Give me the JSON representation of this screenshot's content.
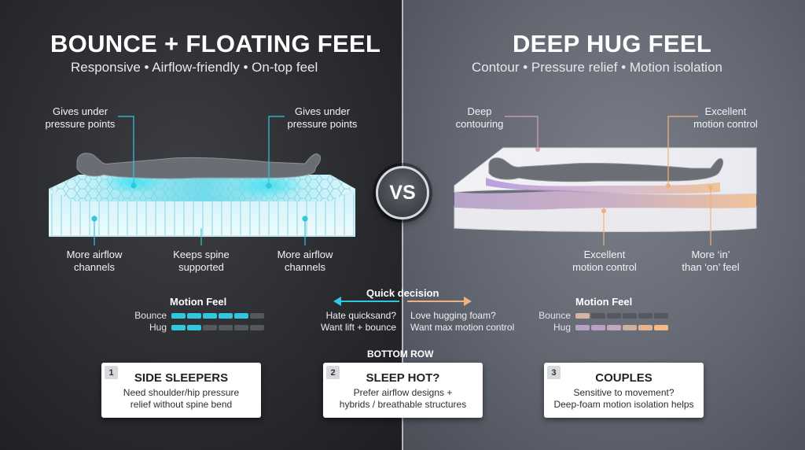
{
  "left": {
    "title": "BOUNCE + FLOATING FEEL",
    "subtitle": "Responsive • Airflow-friendly • On-top feel",
    "labels": {
      "top_left": [
        "Gives under",
        "pressure points"
      ],
      "top_right": [
        "Gives under",
        "pressure points"
      ],
      "bottom_left": [
        "More airflow",
        "channels"
      ],
      "bottom_center": [
        "Keeps spine",
        "supported"
      ],
      "bottom_right": [
        "More airflow",
        "channels"
      ]
    },
    "motion_feel": {
      "title": "Motion Feel",
      "rows": [
        {
          "label": "Bounce",
          "filled": 5,
          "total": 6
        },
        {
          "label": "Hug",
          "filled": 2,
          "total": 6
        }
      ],
      "color": "#2fc8dc"
    }
  },
  "right": {
    "title": "DEEP HUG FEEL",
    "subtitle": "Contour • Pressure relief • Motion isolation",
    "labels": {
      "top_left": [
        "Deep",
        "contouring"
      ],
      "top_right": [
        "Excellent",
        "motion control"
      ],
      "bottom_center": [
        "Excellent",
        "motion control"
      ],
      "bottom_right": [
        "More ‘in’",
        "than ‘on’ feel"
      ]
    },
    "motion_feel": {
      "title": "Motion Feel",
      "rows": [
        {
          "label": "Bounce",
          "filled": 1,
          "total": 6
        },
        {
          "label": "Hug",
          "filled": 6,
          "total": 6
        }
      ],
      "color_bounce": "#d7b3a4",
      "color_hug": [
        "#b8a2c4",
        "#b8a2c4",
        "#c4a7b8",
        "#cfad9f",
        "#e4b48d",
        "#f0bb84"
      ]
    }
  },
  "vs": "VS",
  "quick_decision": {
    "title": "Quick decision",
    "left_text": [
      "Hate quicksand?",
      "Want lift + bounce"
    ],
    "right_text": [
      "Love hugging foam?",
      "Want max motion control"
    ]
  },
  "bottom_row": {
    "title": "BOTTOM ROW",
    "cards": [
      {
        "num": "1",
        "title": "SIDE SLEEPERS",
        "lines": [
          "Need shoulder/hip pressure",
          "relief without spine bend"
        ]
      },
      {
        "num": "2",
        "title": "SLEEP HOT?",
        "lines": [
          "Prefer airflow designs +",
          "hybrids / breathable structures"
        ]
      },
      {
        "num": "3",
        "title": "COUPLES",
        "lines": [
          "Sensitive to movement?",
          "Deep-foam motion isolation helps"
        ]
      }
    ]
  }
}
